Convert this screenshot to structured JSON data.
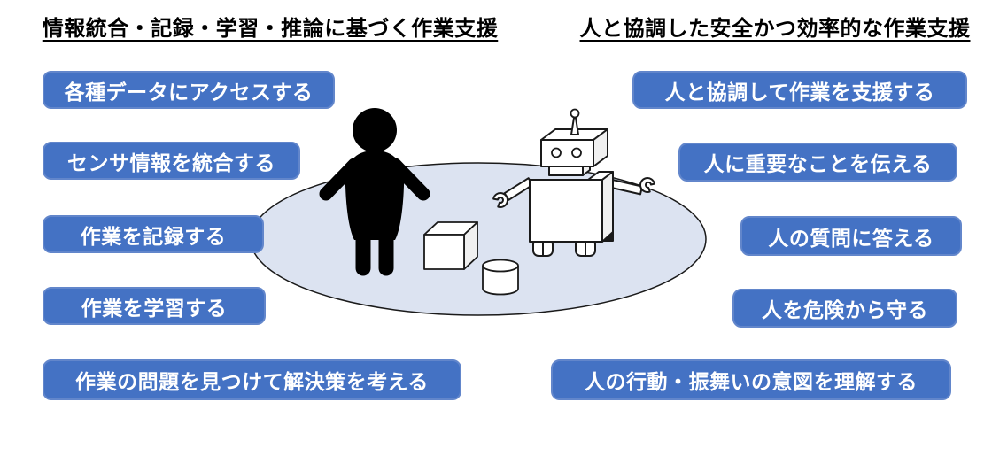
{
  "headers": {
    "left": "情報統合・記録・学習・推論に基づく作業支援",
    "right": "人と協調した安全かつ効率的な作業支援"
  },
  "left_boxes": [
    "各種データにアクセスする",
    "センサ情報を統合する",
    "作業を記録する",
    "作業を学習する",
    "作業の問題を見つけて解決策を考える"
  ],
  "right_boxes": [
    "人と協調して作業を支援する",
    "人に重要なことを伝える",
    "人の質問に答える",
    "人を危険から守る",
    "人の行動・振舞いの意図を理解する"
  ],
  "illustration": {
    "floor": "shared-workspace-ellipse",
    "figures": [
      "person-silhouette",
      "robot"
    ],
    "objects": [
      "cube",
      "cylinder"
    ]
  },
  "colors": {
    "box_fill": "#4472C4",
    "box_border": "#6286CB",
    "box_text": "#FFFFFF",
    "floor_fill": "#DCE3F1",
    "outline": "#1A1A1A",
    "person": "#000000"
  }
}
